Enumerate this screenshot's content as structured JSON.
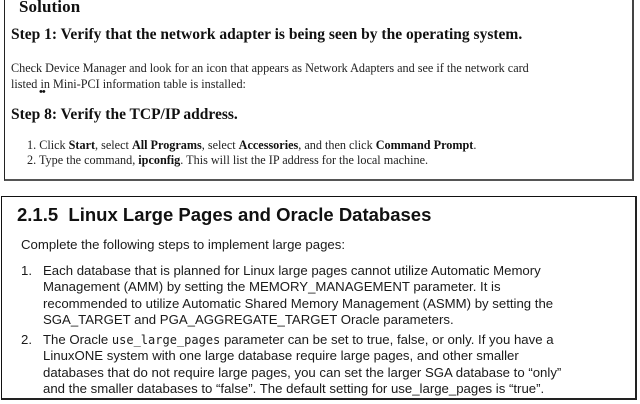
{
  "solution_box": {
    "title": "Solution",
    "step1": {
      "heading": "Step 1: Verify that the network adapter is being seen by the operating system.",
      "paragraph_line1": "Check Device Manager and look for an icon that appears as Network Adapters and see if the network card",
      "paragraph_line2": "listed in Mini-PCI information table is installed:",
      "ellipsis": "••"
    },
    "step8": {
      "heading": "Step 8: Verify the TCP/IP address.",
      "items": [
        {
          "num": "1.",
          "parts": [
            "Click ",
            "Start",
            ", select ",
            "All Programs",
            ", select ",
            "Accessories",
            ", and then click ",
            "Command Prompt",
            "."
          ]
        },
        {
          "num": "2.",
          "parts": [
            "Type the command, ",
            "ipconfig",
            ". This will list the IP address for the local machine."
          ]
        }
      ]
    }
  },
  "section_box": {
    "title": "2.1.5  Linux Large Pages and Oracle Databases",
    "intro": "Complete the following steps to implement large pages:",
    "items": [
      {
        "num": "1.",
        "lines": [
          "Each database that is planned for Linux large pages cannot utilize Automatic Memory",
          "Management (AMM) by setting the MEMORY_MANAGEMENT parameter. It is",
          "recommended to utilize Automatic Shared Memory Management (ASMM) by setting the",
          "SGA_TARGET and PGA_AGGREGATE_TARGET Oracle parameters."
        ]
      },
      {
        "num": "2.",
        "line1_pre": "The Oracle ",
        "line1_code": "use_large_pages",
        "line1_post": " parameter can be set to true, false, or only. If you have a",
        "lines": [
          "LinuxONE system with one large database require large pages, and other smaller",
          "databases that do not require large pages, you can set the larger SGA database to “only”",
          "and the smaller databases to “false”. The default setting for use_large_pages is “true”."
        ]
      }
    ]
  }
}
